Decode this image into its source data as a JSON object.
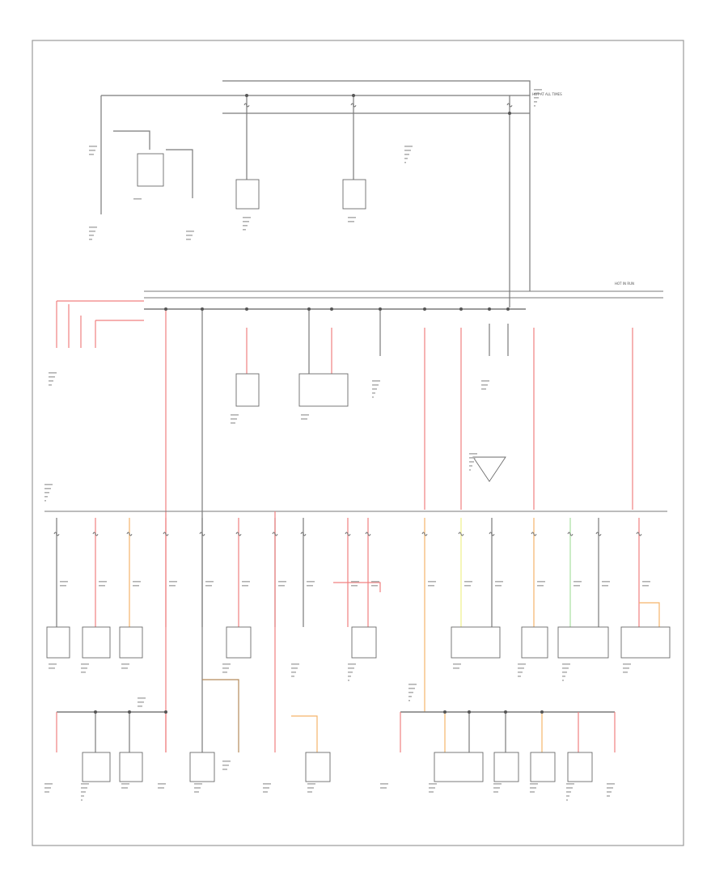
{
  "diagram": {
    "bus_label_top": "HOT AT ALL TIMES",
    "bus_label_mid": "HOT IN RUN",
    "footer_code": "",
    "colors": {
      "frame": "#9a9a9a",
      "wire": "#7a7a7a",
      "red": "#f08080",
      "pink": "#f4a6a6",
      "orange": "#f5b56b",
      "brown": "#b48a5a",
      "green": "#a8e0a0",
      "yellow": "#eef08a",
      "component": "#6a6a6a"
    },
    "wire_color_map": {
      "A": "wire",
      "R": "red",
      "P": "pink",
      "O": "orange",
      "B": "brown",
      "G": "green",
      "Y": "yellow"
    }
  }
}
